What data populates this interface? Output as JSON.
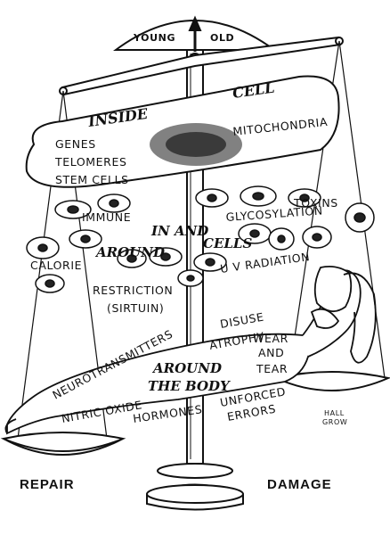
{
  "scale": {
    "left_label": "YOUNG",
    "right_label": "OLD"
  },
  "pans": {
    "left_label": "REPAIR",
    "right_label": "DAMAGE"
  },
  "inside_cell": {
    "heading_1": "INSIDE",
    "heading_2": "CELL",
    "items": [
      "GENES",
      "TELOMERES",
      "STEM CELLS",
      "MITOCHONDRIA"
    ]
  },
  "in_around_cells": {
    "heading_1": "IN AND",
    "heading_2": "AROUND",
    "heading_3": "CELLS",
    "items": [
      "IMMUNE",
      "GLYCOSYLATION",
      "TOXINS",
      "CALORIE",
      "RESTRICTION",
      "(SIRTUIN)",
      "U V RADIATION"
    ]
  },
  "around_body": {
    "heading_1": "AROUND",
    "heading_2": "THE BODY",
    "items": [
      "DISUSE",
      "ATROPHY",
      "WEAR",
      "AND",
      "TEAR",
      "NEUROTRANSMITTERS",
      "NITRIC OXIDE",
      "HORMONES",
      "UNFORCED",
      "ERRORS"
    ]
  },
  "signature": {
    "line_1": "HALL",
    "line_2": "GROW"
  }
}
